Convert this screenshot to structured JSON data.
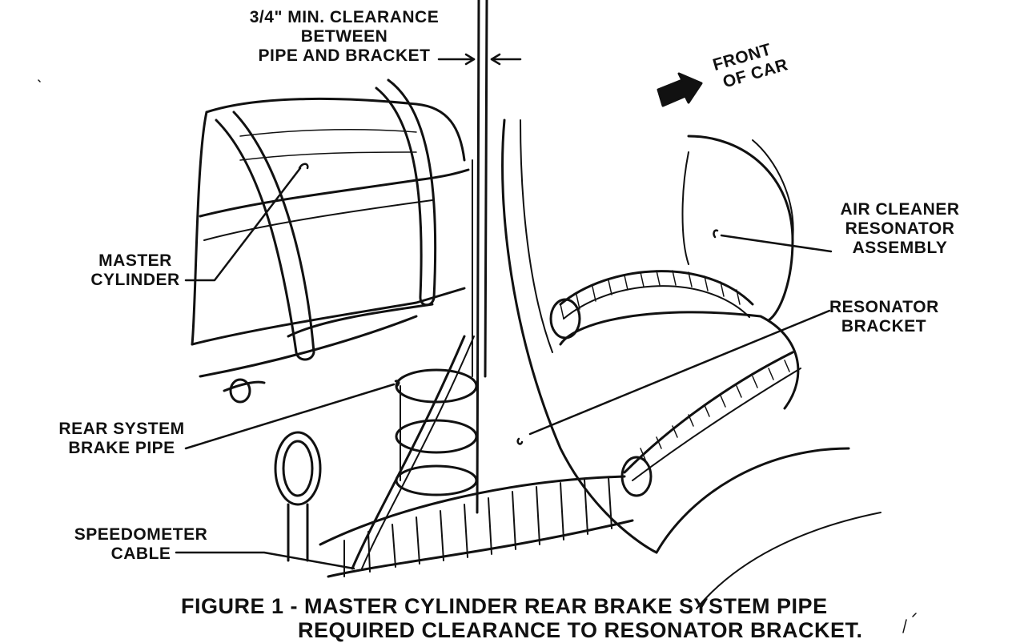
{
  "labels": {
    "clearance_line1": "3/4\" MIN. CLEARANCE",
    "clearance_line2": "BETWEEN",
    "clearance_line3": "PIPE AND BRACKET",
    "front_line1": "FRONT",
    "front_line2": "OF CAR",
    "master_line1": "MASTER",
    "master_line2": "CYLINDER",
    "air_line1": "AIR CLEANER",
    "air_line2": "RESONATOR",
    "air_line3": "ASSEMBLY",
    "bracket_line1": "RESONATOR",
    "bracket_line2": "BRACKET",
    "rear_line1": "REAR SYSTEM",
    "rear_line2": "BRAKE PIPE",
    "speedo_line1": "SPEEDOMETER",
    "speedo_line2": "CABLE"
  },
  "caption": {
    "line1": "FIGURE 1 - MASTER CYLINDER REAR BRAKE  SYSTEM PIPE",
    "line2": "REQUIRED CLEARANCE TO RESONATOR BRACKET."
  },
  "colors": {
    "ink": "#111111",
    "paper": "#ffffff"
  }
}
